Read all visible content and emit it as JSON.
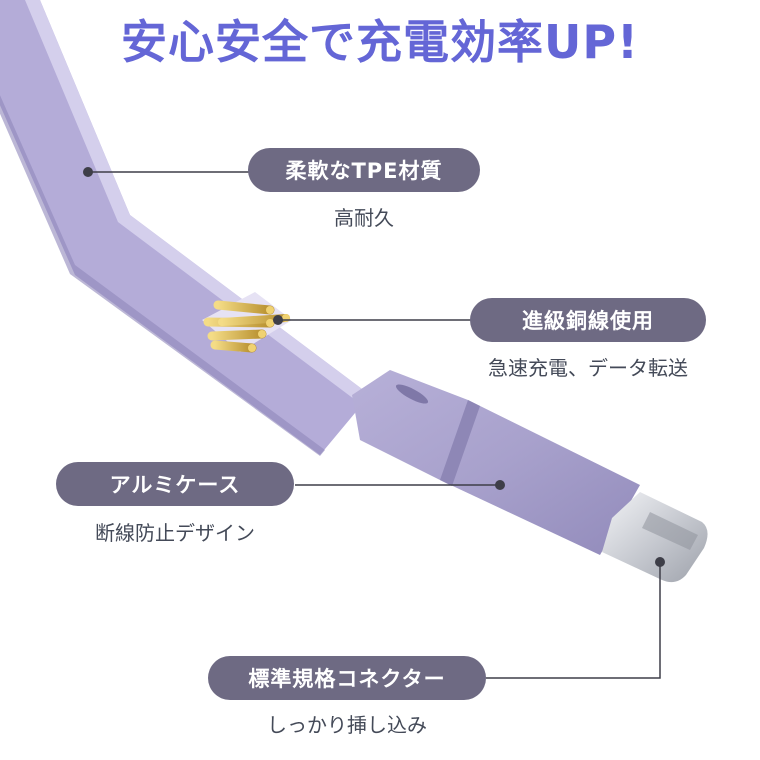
{
  "title": "安心安全で充電効率UP!",
  "colors": {
    "title": "#6466d6",
    "pill": "#6e6a83",
    "cable": "#b3abd6",
    "cable_light": "#d2cdea",
    "connector": "#a59fc6",
    "plug_metal": "#c9ccd3",
    "wire_gold": "#d9b54c",
    "leader_line": "#3e3e48"
  },
  "features": [
    {
      "label": "柔軟なTPE材質",
      "description": "高耐久"
    },
    {
      "label": "進級銅線使用",
      "description": "急速充電、データ転送"
    },
    {
      "label": "アルミケース",
      "description": "断線防止デザイン"
    },
    {
      "label": "標準規格コネクター",
      "description": "しっかり挿し込み"
    }
  ],
  "icons": {
    "cable": "usb-c-cable-illustration"
  }
}
